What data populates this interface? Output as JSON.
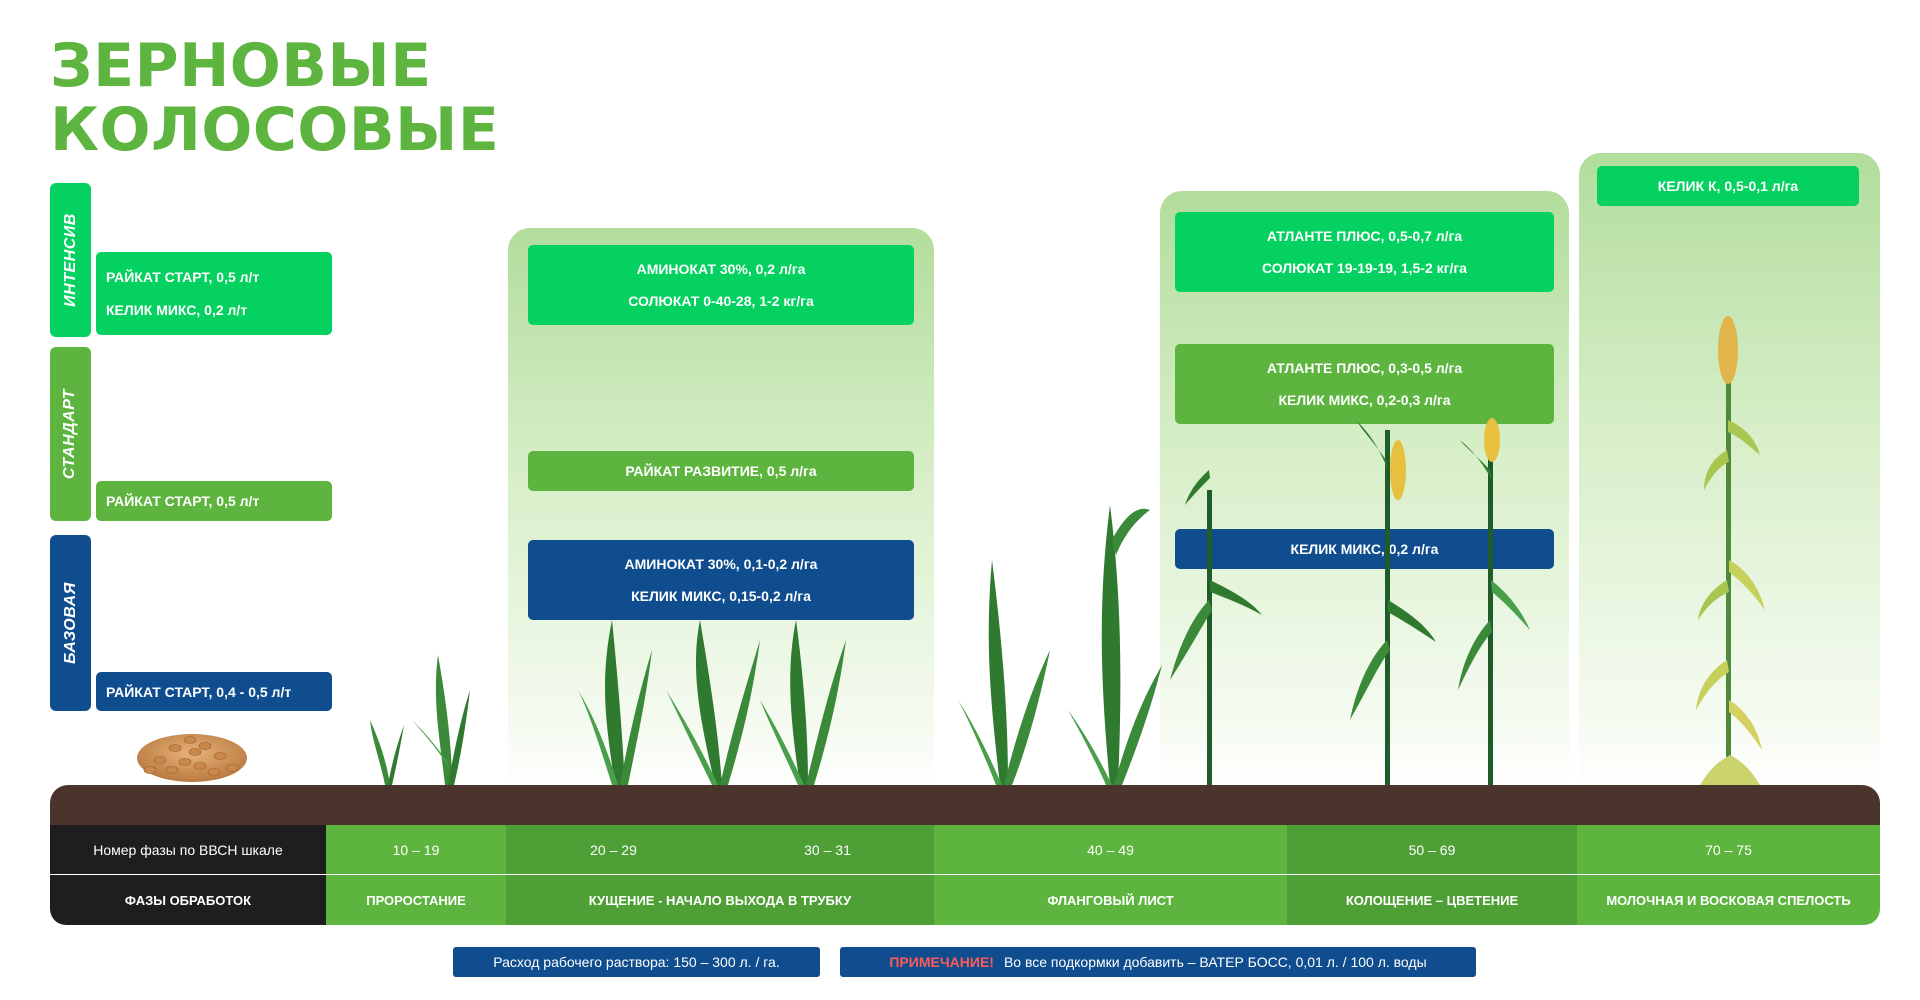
{
  "title": {
    "line1": "ЗЕРНОВЫЕ",
    "line2": "КОЛОСОВЫЕ"
  },
  "tiers": {
    "intensiv": "ИНТЕНСИВ",
    "standart": "СТАНДАРТ",
    "bazovaya": "БАЗОВАЯ"
  },
  "seed_treatment": {
    "intensiv": [
      "РАЙКАТ СТАРТ, 0,5 л/т",
      "КЕЛИК МИКС, 0,2 л/т"
    ],
    "standart": "РАЙКАТ СТАРТ, 0,5 л/т",
    "bazovaya": "РАЙКАТ СТАРТ, 0,4 - 0,5 л/т"
  },
  "tillering": {
    "intensiv": [
      "АМИНОКАТ 30%, 0,2 л/га",
      "СОЛЮКАТ 0-40-28, 1-2 кг/га"
    ],
    "standart": "РАЙКАТ РАЗВИТИЕ, 0,5 л/га",
    "bazovaya": [
      "АМИНОКАТ 30%, 0,1-0,2 л/га",
      "КЕЛИК МИКС, 0,15-0,2 л/га"
    ]
  },
  "heading": {
    "intensiv": [
      "АТЛАНТЕ ПЛЮС, 0,5-0,7 л/га",
      "СОЛЮКАТ 19-19-19, 1,5-2 кг/га"
    ],
    "standart": [
      "АТЛАНТЕ ПЛЮС, 0,3-0,5 л/га",
      "КЕЛИК МИКС, 0,2-0,3 л/га"
    ],
    "bazovaya": "КЕЛИК МИКС, 0,2 л/га"
  },
  "ripening": {
    "intensiv": "КЕЛИК К, 0,5-0,1 л/га"
  },
  "table": {
    "row1_header": "Номер фазы по ВВСН шкале",
    "row2_header": "ФАЗЫ ОБРАБОТОК",
    "bbch": [
      "10 – 19",
      "20 – 29",
      "30 – 31",
      "40 – 49",
      "50 – 69",
      "70 – 75"
    ],
    "phases": [
      "ПРОРОСТАНИЕ",
      "КУЩЕНИЕ - НАЧАЛО ВЫХОДА В ТРУБКУ",
      "ФЛАНГОВЫЙ ЛИСТ",
      "КОЛОЩЕНИЕ – ЦВЕТЕНИЕ",
      "МОЛОЧНАЯ И ВОСКОВАЯ СПЕЛОСТЬ"
    ]
  },
  "footer": {
    "rate": "Расход рабочего раствора: 150 – 300 л. / га.",
    "note_label": "ПРИМЕЧАНИЕ!",
    "note_text": "Во все подкормки добавить – ВАТЕР БОСС, 0,01 л. / 100 л. воды"
  },
  "colors": {
    "intensiv": "#04d15f",
    "standart": "#5db53f",
    "bazovaya": "#0f4d8f",
    "title": "#5db53f",
    "soil": "#4a342b",
    "header_dark": "#1e1e1e",
    "note_red": "#ff5a5a"
  },
  "icons": {
    "seeds": "seed-pile-icon",
    "plants": "wheat-plant-icon"
  }
}
